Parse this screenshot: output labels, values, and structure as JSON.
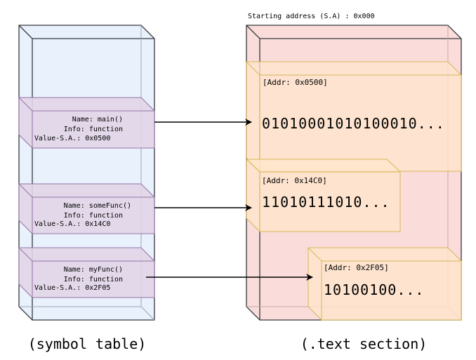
{
  "symbol_table": {
    "caption": "(symbol table)",
    "entries": [
      {
        "name": "Name: main()",
        "info": "Info: function",
        "value": "Value-S.A.: 0x0500"
      },
      {
        "name": "Name: someFunc()",
        "info": "Info: function",
        "value": "Value-S.A.: 0x14C0"
      },
      {
        "name": "Name: myFunc()",
        "info": "Info: function",
        "value": "Value-S.A.: 0x2F05"
      }
    ]
  },
  "text_section": {
    "caption": "(.text section)",
    "starting_address": "Starting address (S.A) : 0x000",
    "blocks": [
      {
        "addr": "[Addr: 0x0500]",
        "bits": "01010001010100010..."
      },
      {
        "addr": "[Addr: 0x14C0]",
        "bits": "11010111010..."
      },
      {
        "addr": "[Addr: 0x2F05]",
        "bits": "10100100..."
      }
    ]
  },
  "colors": {
    "symbol_table_fill": "#dae8fc",
    "symbol_table_stroke": "#6c8ebf",
    "entry_fill": "#e1d5e7",
    "entry_stroke": "#9673a6",
    "text_section_fill": "#f8cecc",
    "text_section_stroke": "#b85450",
    "block_fill": "#ffe6cc",
    "block_stroke": "#d6b656"
  }
}
